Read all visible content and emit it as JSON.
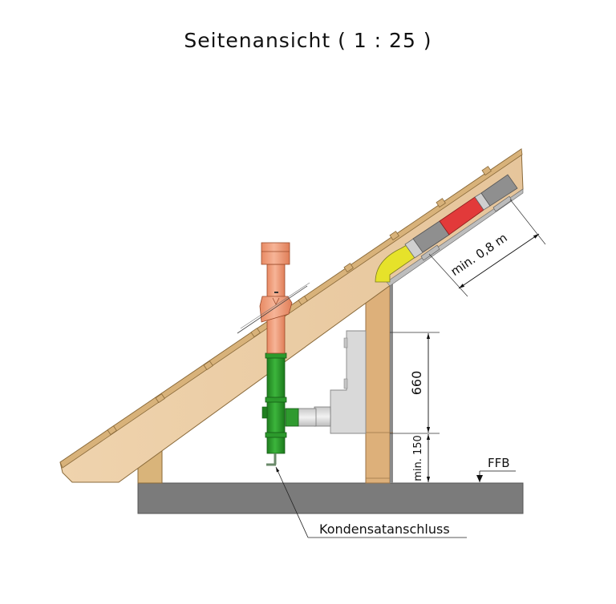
{
  "title": "Seitenansicht ( 1 : 25 )",
  "labels": {
    "min_length": "min. 0,8  m",
    "height_660": "660",
    "height_min150": "min. 150",
    "ffb": "FFB",
    "condensate": "Kondensatanschluss"
  },
  "colors": {
    "wood": "#e8c9a0",
    "wood_dark": "#c9a06a",
    "batten": "#d8b27a",
    "floor": "#7b7b7b",
    "pipe_copper": "#f0a07a",
    "pipe_green": "#2f9a2f",
    "pipe_grey": "#a5a5a5",
    "pipe_light": "#d8d8d8",
    "duct_yellow": "#e6e22a",
    "duct_red": "#e23a3a",
    "device": "#d9d9d9"
  }
}
